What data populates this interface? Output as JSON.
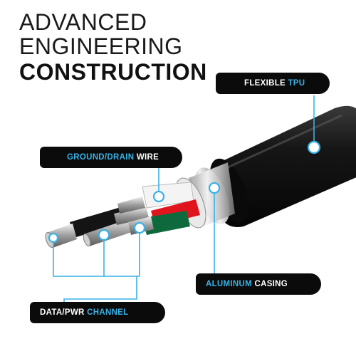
{
  "headline": {
    "line1": "ADVANCED",
    "line2": "ENGINEERING",
    "line3": "CONSTRUCTION"
  },
  "labels": {
    "flexible_tpu": {
      "main": "FLEXIBLE ",
      "accent": "TPU"
    },
    "ground_drain": {
      "accent": "GROUND/DRAIN",
      "main": " WIRE"
    },
    "aluminum": {
      "accent": "ALUMINUM",
      "main": " CASING"
    },
    "data_pwr": {
      "main": "DATA/PWR ",
      "accent": "CHANNEL"
    }
  },
  "colors": {
    "accent": "#38b2e6",
    "label_background": "#0b0b0b",
    "jacket": "#111111",
    "red_wire": "#e0141c",
    "green_wire": "#0e6a3c",
    "white_wire": "#f4f4f4"
  }
}
